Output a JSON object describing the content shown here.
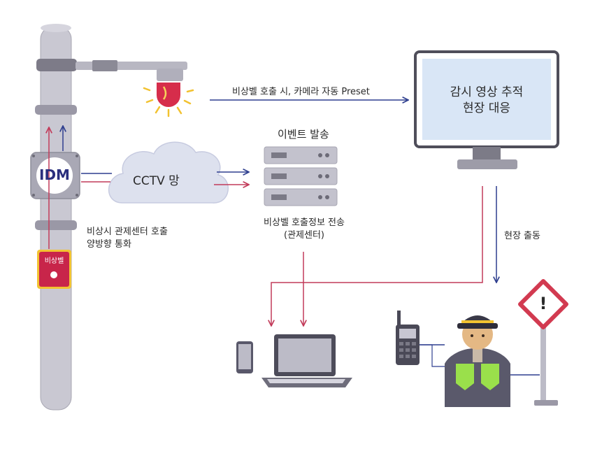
{
  "labels": {
    "preset": "비상벨 호출 시, 카메라 자동 Preset",
    "event_send": "이벤트 발송",
    "cctv_network": "CCTV 망",
    "idm": "IDM",
    "bell_label": "비상벨",
    "call_center_line1": "비상시 관제센터 호출",
    "call_center_line2": "양방향 통화",
    "info_send_line1": "비상벨 호출정보 전송",
    "info_send_line2": "(관제센터)",
    "monitor_line1": "감시 영상 추적",
    "monitor_line2": "현장 대응",
    "dispatch": "현장 출동",
    "warning_sign": "!"
  },
  "colors": {
    "blue_arrow": "#2f3f8f",
    "red_arrow": "#c23b5a",
    "pole": "#c9c8d2",
    "bell": "#c8254a",
    "screen": "#d9e6f6"
  }
}
